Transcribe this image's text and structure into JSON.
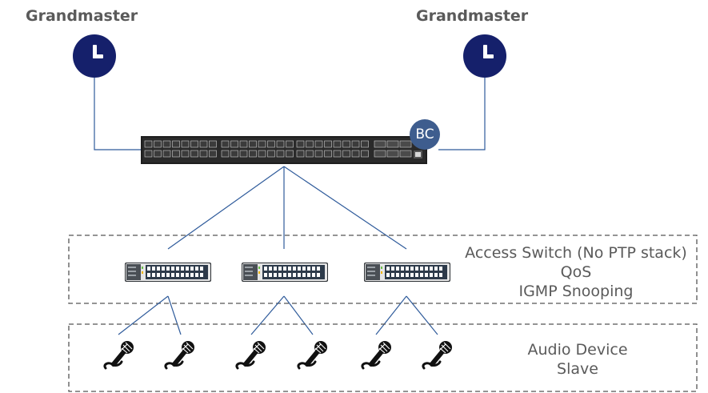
{
  "grandmasters": [
    {
      "label": "Grandmaster",
      "icon": "clock-icon"
    },
    {
      "label": "Grandmaster",
      "icon": "clock-icon"
    }
  ],
  "core_switch": {
    "icon": "network-switch-icon",
    "badge": "BC"
  },
  "access_group": {
    "lines": [
      "Access Switch (No PTP stack)",
      "QoS",
      "IGMP Snooping"
    ],
    "switch_icon": "access-switch-icon"
  },
  "device_group": {
    "lines": [
      "Audio Device",
      "Slave"
    ],
    "device_icon": "microphone-icon"
  },
  "colors": {
    "clock": "#15206b",
    "badge": "#3e5d8e",
    "link": "#2f5b9b",
    "text": "#5a5a5a"
  }
}
